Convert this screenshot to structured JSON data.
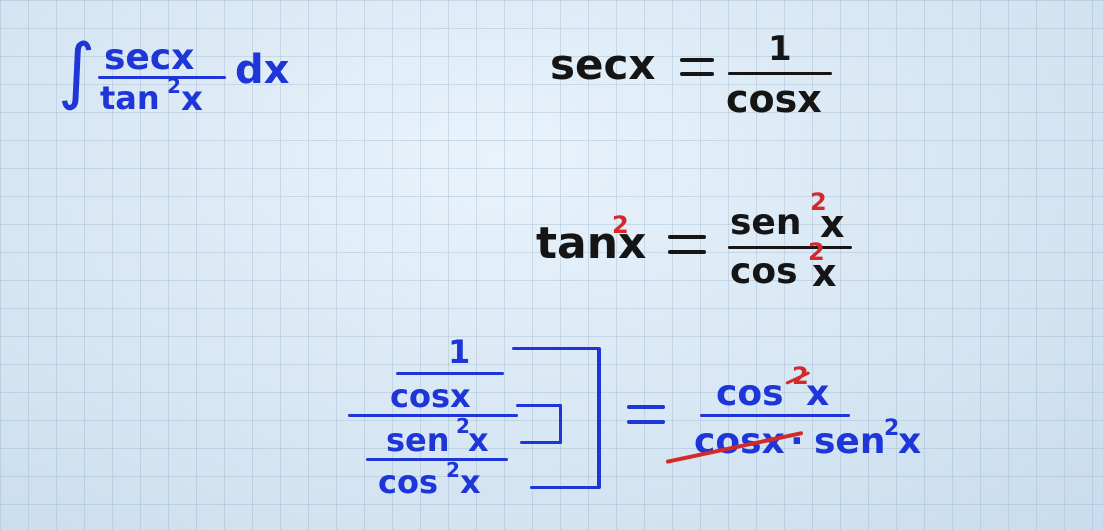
{
  "integral": {
    "sign": "∫",
    "numerator": "secx",
    "denominator": "tan",
    "denominator_exp": "2",
    "denominator_var": "x",
    "differential": "dx"
  },
  "identity_sec": {
    "lhs": "secx",
    "equals": "=",
    "numerator": "1",
    "denominator": "cosx"
  },
  "identity_tan": {
    "lhs_base": "tan",
    "lhs_exp": "2",
    "lhs_var": "x",
    "equals": "=",
    "num_base": "sen",
    "num_exp": "2",
    "num_var": "x",
    "den_base": "cos",
    "den_exp": "2",
    "den_var": "x"
  },
  "complex_fraction": {
    "top_num": "1",
    "top_den": "cosx",
    "bot_num_base": "sen",
    "bot_num_exp": "2",
    "bot_num_var": "x",
    "bot_den_base": "cos",
    "bot_den_exp": "2",
    "bot_den_var": "x",
    "equals": "="
  },
  "result": {
    "num_base": "cos",
    "num_exp": "2",
    "num_var": "x",
    "den_cancel": "cosx",
    "den_dot": "·",
    "den_base": "sen",
    "den_exp": "2",
    "den_var": "x"
  },
  "colors": {
    "blue_ink": "#1e35d8",
    "black_ink": "#151515",
    "red_ink": "#d22a2a",
    "board": "#d6e6f2"
  }
}
